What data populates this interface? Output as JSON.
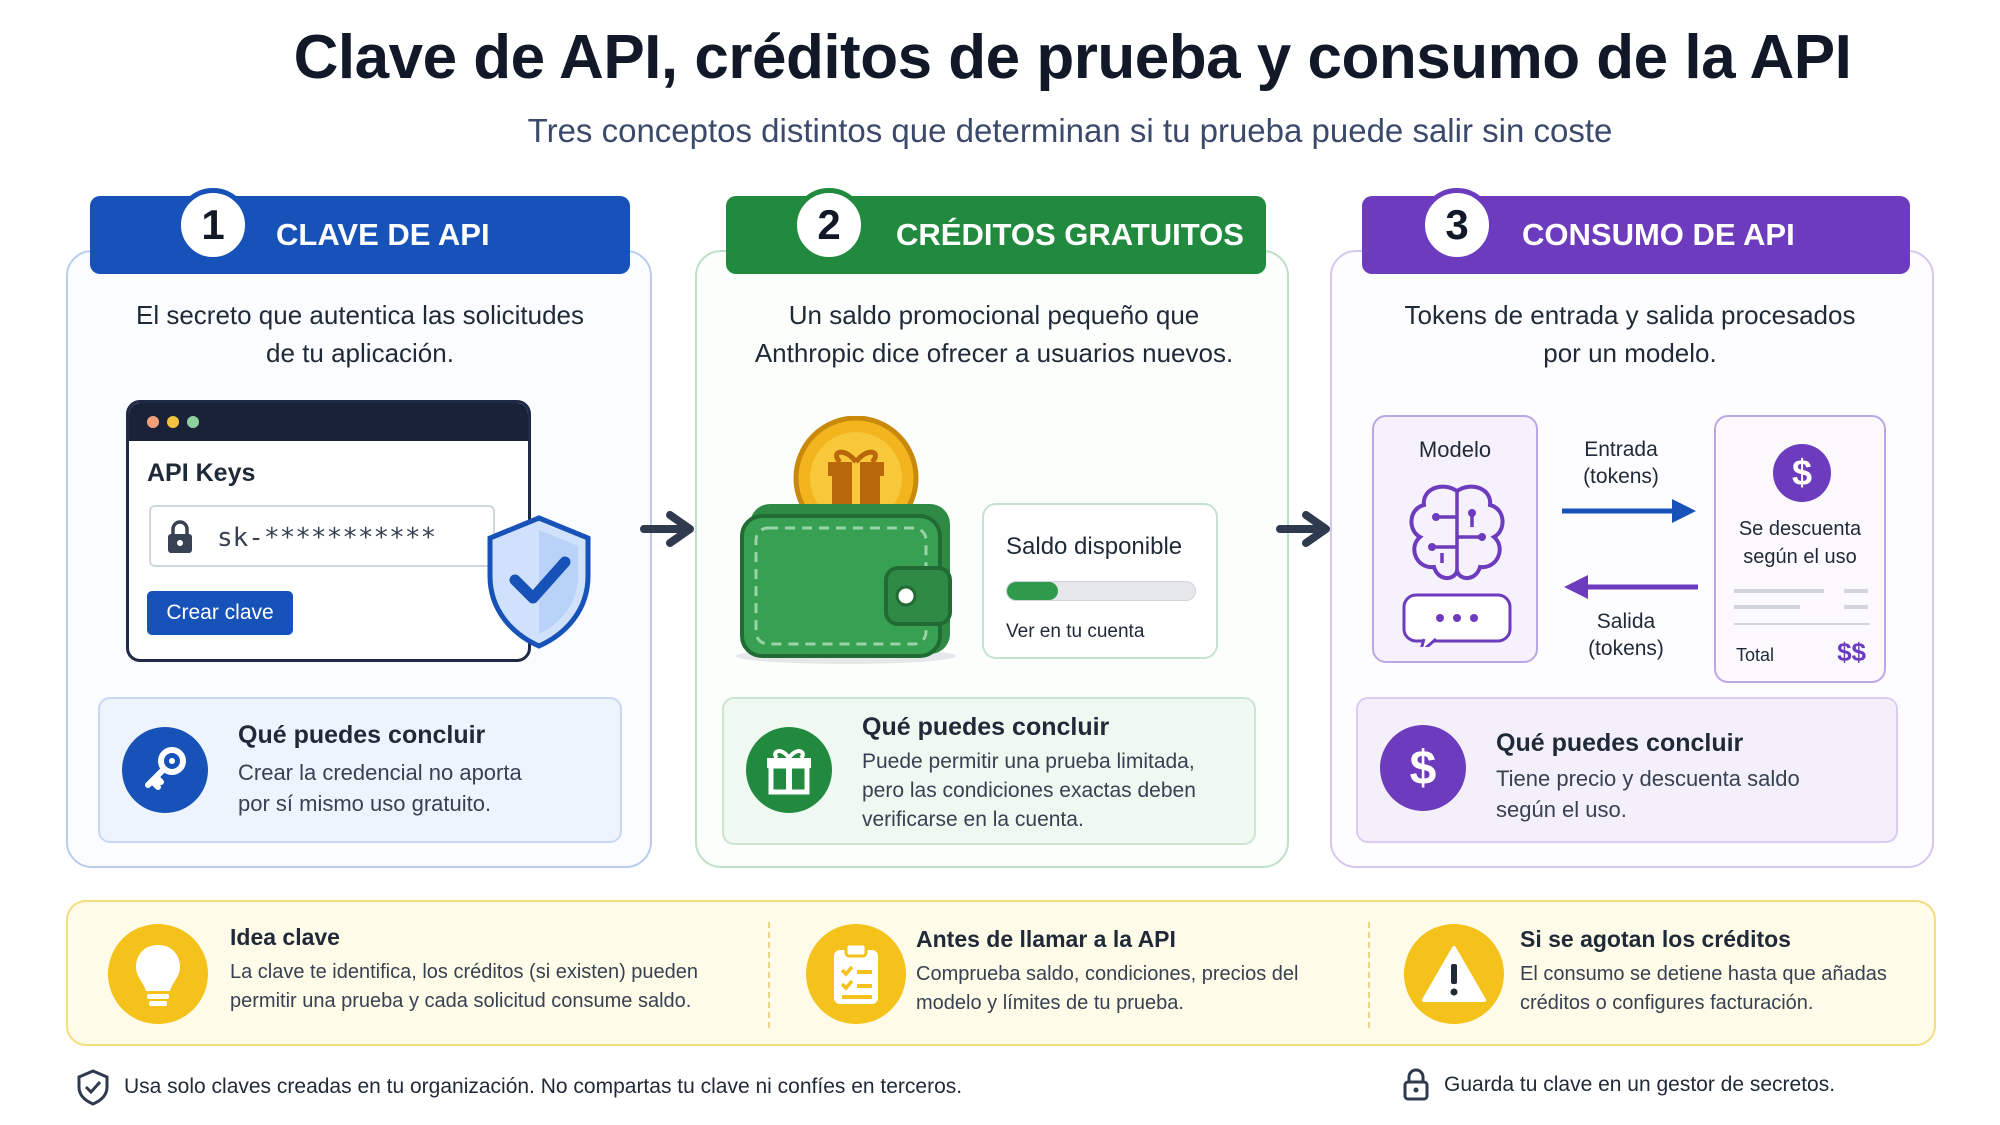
{
  "header": {
    "title": "Clave de API, créditos de prueba y consumo de la API",
    "subtitle": "Tres conceptos distintos que determinan si tu prueba puede salir sin coste"
  },
  "steps": [
    {
      "number": "1",
      "label": "CLAVE DE API",
      "color": "#1652b8",
      "description": [
        "El secreto que autentica las solicitudes",
        "de tu aplicación."
      ],
      "window": {
        "title": "API Keys",
        "key_value": "sk-***********",
        "button": "Crear clave"
      },
      "conclusion": {
        "heading": "Qué puedes concluir",
        "text": [
          "Crear la credencial no aporta",
          "por sí mismo uso gratuito."
        ],
        "icon": "key-icon"
      }
    },
    {
      "number": "2",
      "label": "CRÉDITOS GRATUITOS",
      "color": "#218a3e",
      "description": [
        "Un saldo promocional pequeño que",
        "Anthropic dice ofrecer a usuarios nuevos."
      ],
      "balance": {
        "title": "Saldo disponible",
        "link": "Ver en tu cuenta",
        "fill_fraction": 0.27
      },
      "conclusion": {
        "heading": "Qué puedes concluir",
        "text": [
          "Puede permitir una prueba limitada,",
          "pero las condiciones exactas deben",
          "verificarse en la cuenta."
        ],
        "icon": "gift-icon"
      }
    },
    {
      "number": "3",
      "label": "CONSUMO DE API",
      "color": "#6d3bbd",
      "description": [
        "Tokens de entrada y salida procesados",
        "por un modelo."
      ],
      "model_label": "Modelo",
      "input_label": [
        "Entrada",
        "(tokens)"
      ],
      "output_label": [
        "Salida",
        "(tokens)"
      ],
      "cost": {
        "label": [
          "Se descuenta",
          "según el uso"
        ],
        "total_label": "Total",
        "total_value": "$$"
      },
      "conclusion": {
        "heading": "Qué puedes concluir",
        "text": [
          "Tiene precio y descuenta saldo",
          "según el uso."
        ],
        "icon": "dollar-icon"
      }
    }
  ],
  "bottom": [
    {
      "heading": "Idea clave",
      "text": [
        "La clave te identifica, los créditos (si existen) pueden",
        "permitir una prueba y cada solicitud consume saldo."
      ],
      "icon": "lightbulb-icon"
    },
    {
      "heading": "Antes de llamar a la API",
      "text": [
        "Comprueba saldo, condiciones, precios del",
        "modelo y límites de tu prueba."
      ],
      "icon": "clipboard-icon"
    },
    {
      "heading": "Si se agotan los créditos",
      "text": [
        "El consumo se detiene hasta que añadas",
        "créditos o configures facturación."
      ],
      "icon": "warning-icon"
    }
  ],
  "footer": {
    "left": "Usa solo claves creadas en tu organización. No compartas tu clave ni confíes en terceros.",
    "right": "Guarda tu clave en un gestor de secretos."
  }
}
